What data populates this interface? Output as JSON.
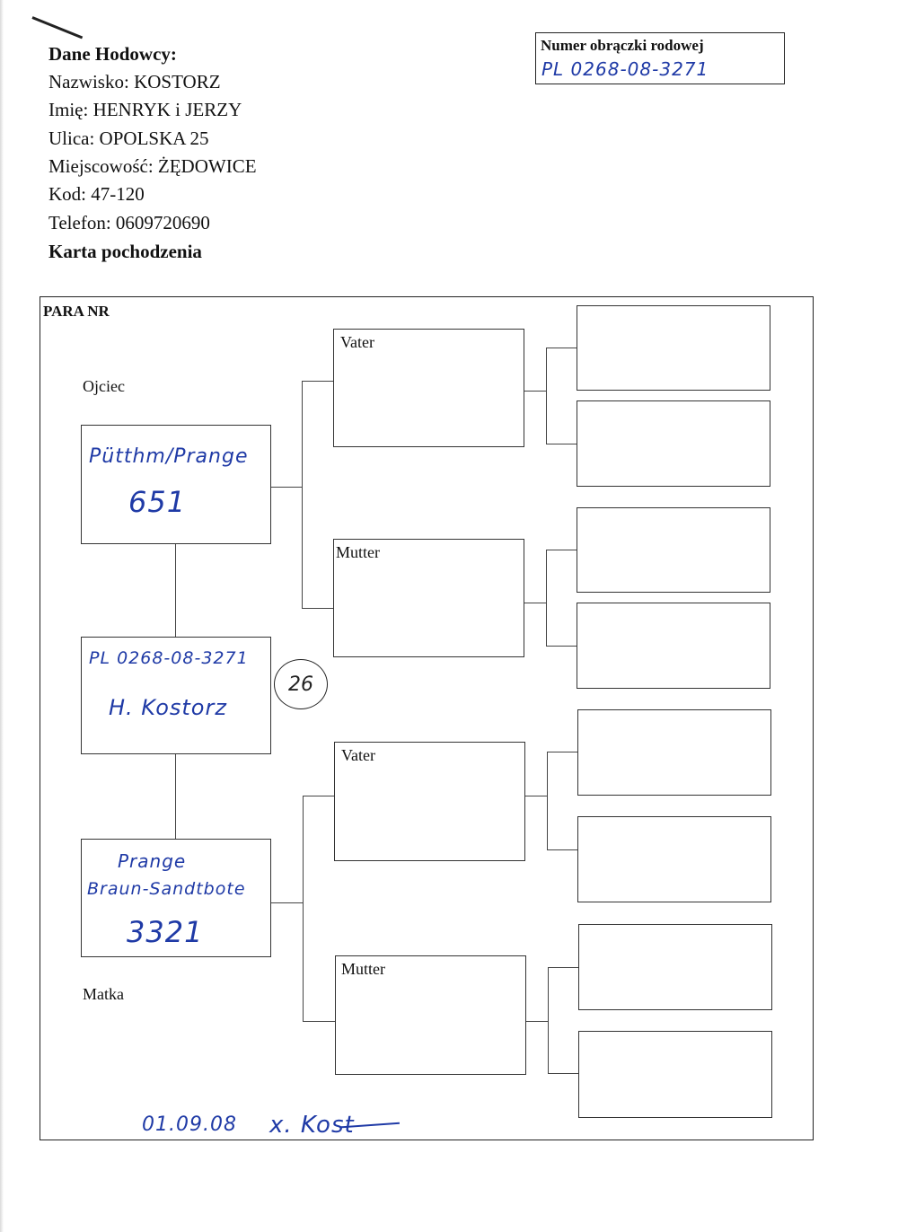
{
  "breeder": {
    "heading": "Dane Hodowcy:",
    "surname": "Nazwisko: KOSTORZ",
    "first_name": "Imię: HENRYK i JERZY",
    "street": "Ulica: OPOLSKA 25",
    "city": "Miejscowość: ŻĘDOWICE",
    "postal_code": "Kod: 47-120",
    "phone": "Telefon: 0609720690",
    "card_title": "Karta pochodzenia"
  },
  "ring_box": {
    "title": "Numer obrączki rodowej",
    "value": "PL 0268-08-3271"
  },
  "pedigree": {
    "pair_label": "PARA NR",
    "father_label": "Ojciec",
    "mother_label": "Matka",
    "father": {
      "line1": "Pütthm/Prange",
      "line2": "651"
    },
    "subject": {
      "ring": "PL 0268-08-3271",
      "owner": "H. Kostorz",
      "circle_note": "26"
    },
    "mother": {
      "line1": "Prange",
      "line2": "Braun-Sandtbote",
      "line3": "3321"
    },
    "grandparents": {
      "paternal_sire": "Vater",
      "paternal_dam": "Mutter",
      "maternal_sire": "Vater",
      "maternal_dam": "Mutter"
    },
    "signature_date": "01.09.08",
    "signature_name": "x. Kost"
  }
}
